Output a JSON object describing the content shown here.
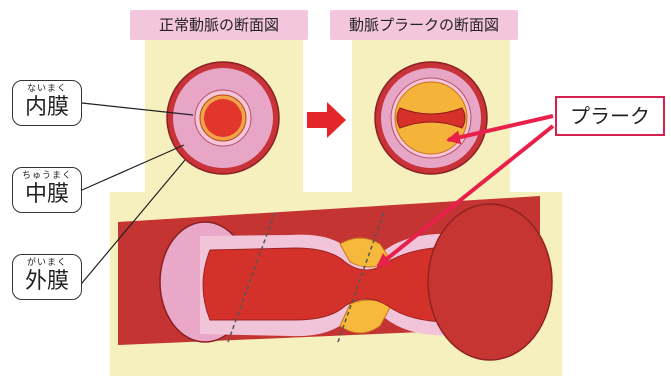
{
  "headers": {
    "normal": "正常動脈の断面図",
    "plaque": "動脈プラークの断面図"
  },
  "labels": {
    "naimaku": {
      "ruby": "ないまく",
      "text": "内膜"
    },
    "chumaku": {
      "ruby": "ちゅうまく",
      "text": "中膜"
    },
    "gaimaku": {
      "ruby": "がいまく",
      "text": "外膜"
    },
    "plaque": "プラーク"
  },
  "colors": {
    "panel_bg": "#f6efbe",
    "header_bg": "#f4c6dd",
    "artery_red": "#d8342c",
    "plaque_yellow": "#f5b33a",
    "arrow_red": "#e8204a",
    "intima_pink": "#f2c6dc"
  }
}
